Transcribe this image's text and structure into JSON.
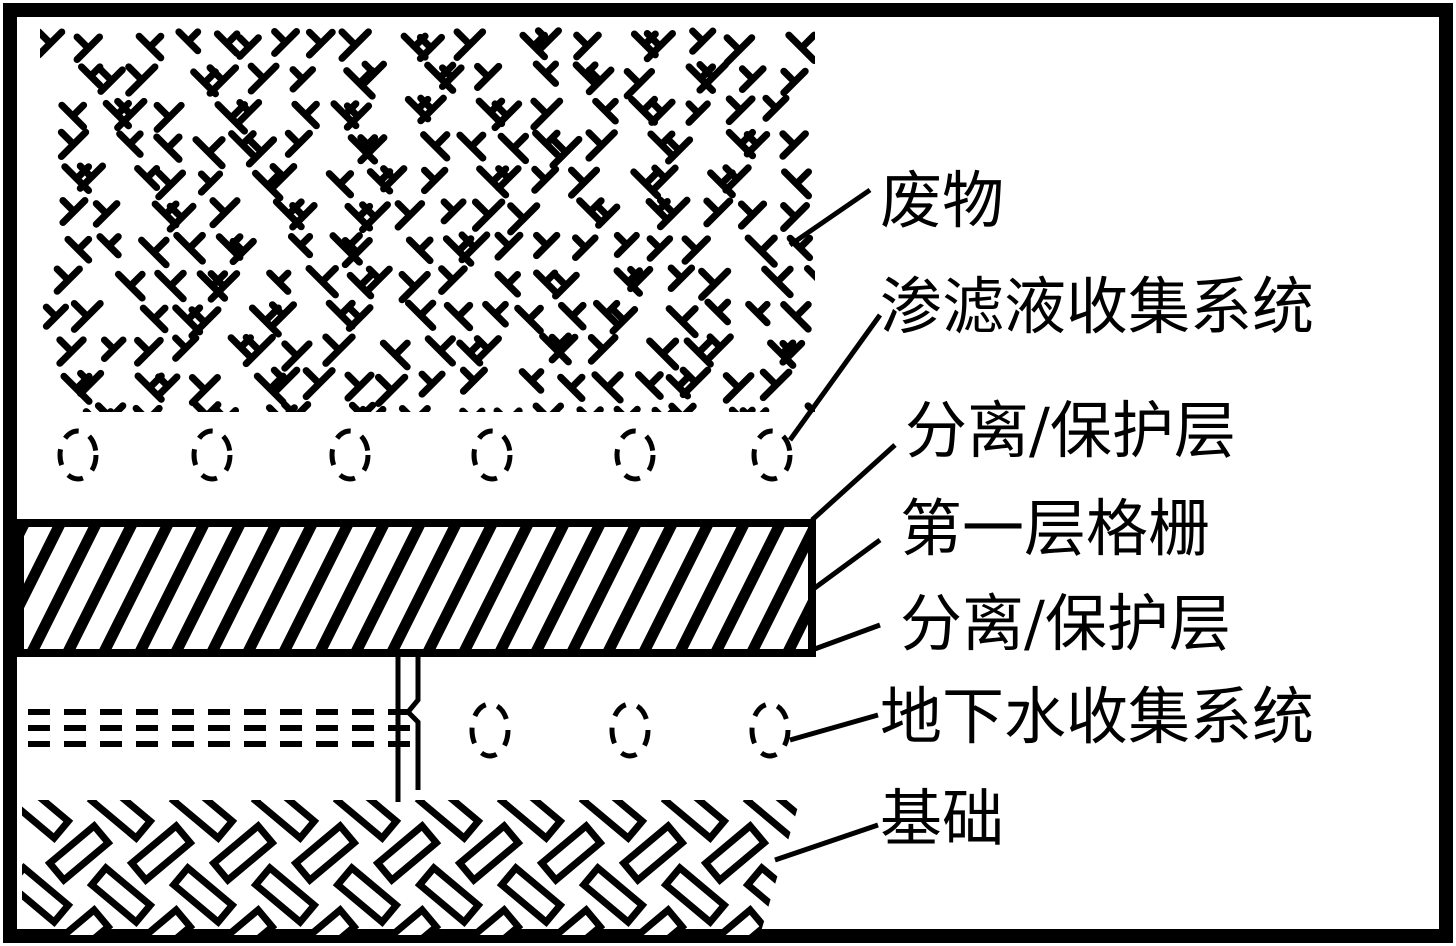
{
  "diagram": {
    "labels": {
      "waste": "废物",
      "leachate": "渗滤液收集系统",
      "sep_top": "分离/保护层",
      "grid": "第一层格栅",
      "sep_bottom": "分离/保护层",
      "groundwater": "地下水收集系统",
      "foundation": "基础"
    },
    "colors": {
      "ink": "#000000",
      "paper": "#ffffff"
    }
  }
}
